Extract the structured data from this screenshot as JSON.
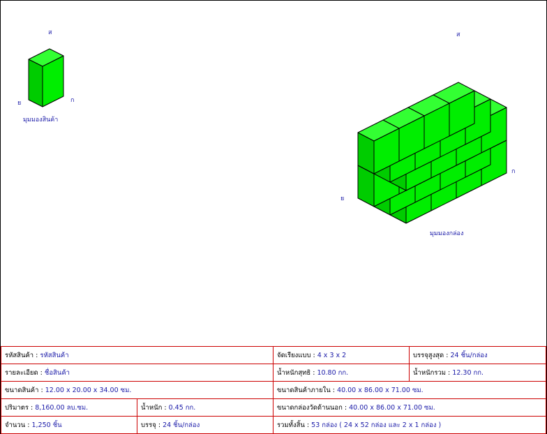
{
  "diagram": {
    "product_view": {
      "caption": "มุมมองสินค้า",
      "axis_top": "ส",
      "axis_left": "ย",
      "axis_right": "ก"
    },
    "carton_view": {
      "caption": "มุมมองกล่อง",
      "axis_top": "ส",
      "axis_left": "ย",
      "axis_right": "ก",
      "grid": {
        "a": 4,
        "b": 3,
        "layers": 2
      }
    },
    "colors": {
      "box_top": "#33ff33",
      "box_front": "#00ee00",
      "box_side": "#00cc00",
      "line": "#000000",
      "text": "#1a1aa8",
      "table_border": "#cc0000"
    }
  },
  "info": {
    "product_code": {
      "label": "รหัสสินค้า :",
      "value": "รหัสสินค้า"
    },
    "arrangement": {
      "label": "จัดเรียงแบบ :",
      "value": "4 x 3 x 2"
    },
    "max_pack": {
      "label": "บรรจุสูงสุด :",
      "value": "24 ชิ้น/กล่อง"
    },
    "details": {
      "label": "รายละเอียด :",
      "value": "ชื่อสินค้า"
    },
    "net_weight": {
      "label": "น้ำหนักสุทธิ :",
      "value": "10.80 กก."
    },
    "gross_weight": {
      "label": "น้ำหนักรวม :",
      "value": "12.30 กก."
    },
    "product_size": {
      "label": "ขนาดสินค้า :",
      "value": "12.00 x 20.00 x 34.00 ซม."
    },
    "inner_size": {
      "label": "ขนาดสินค้าภายใน :",
      "value": "40.00 x 86.00 x 71.00 ซม."
    },
    "volume": {
      "label": "ปริมาตร :",
      "value": "8,160.00 ลบ.ซม."
    },
    "weight": {
      "label": "น้ำหนัก :",
      "value": "0.45 กก."
    },
    "outer_size": {
      "label": "ขนาดกล่องวัดด้านนอก :",
      "value": "40.00 x 86.00 x 71.00 ซม."
    },
    "quantity": {
      "label": "จำนวน :",
      "value": "1,250 ชิ้น"
    },
    "pack": {
      "label": "บรรจุ :",
      "value": "24 ชิ้น/กล่อง"
    },
    "total": {
      "label": "รวมทั้งสิ้น :",
      "value": "53 กล่อง   ( 24 x 52 กล่อง และ 2 x 1 กล่อง )"
    }
  }
}
